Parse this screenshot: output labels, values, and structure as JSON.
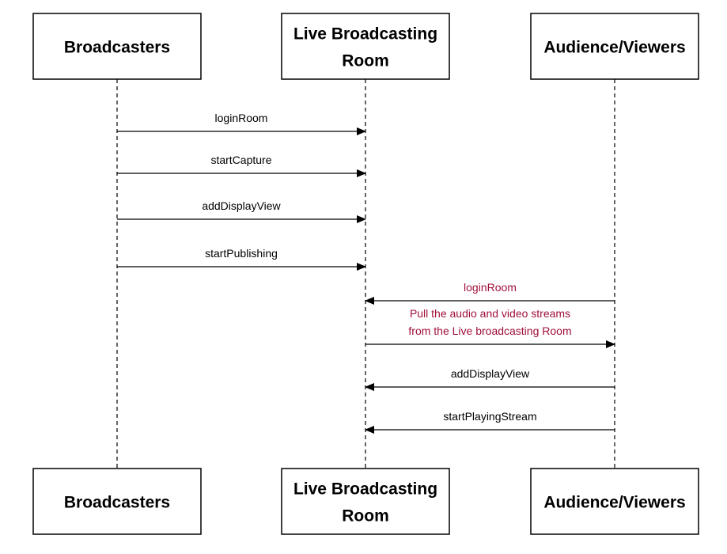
{
  "colors": {
    "line": "#000000",
    "text": "#000000",
    "highlight_text": "#a0103a"
  },
  "participants": [
    {
      "id": "broadcasters",
      "label_lines": [
        "Broadcasters"
      ]
    },
    {
      "id": "room",
      "label_lines": [
        "Live Broadcasting",
        "Room"
      ]
    },
    {
      "id": "audience",
      "label_lines": [
        "Audience/Viewers"
      ]
    }
  ],
  "messages": [
    {
      "from": "broadcasters",
      "to": "room",
      "label_lines": [
        "loginRoom"
      ],
      "highlight": false
    },
    {
      "from": "broadcasters",
      "to": "room",
      "label_lines": [
        "startCapture"
      ],
      "highlight": false
    },
    {
      "from": "broadcasters",
      "to": "room",
      "label_lines": [
        "addDisplayView"
      ],
      "highlight": false
    },
    {
      "from": "broadcasters",
      "to": "room",
      "label_lines": [
        "startPublishing"
      ],
      "highlight": false
    },
    {
      "from": "audience",
      "to": "room",
      "label_lines": [
        "loginRoom"
      ],
      "highlight": true
    },
    {
      "from": "room",
      "to": "audience",
      "label_lines": [
        "Pull the audio and video streams",
        "from the Live broadcasting Room"
      ],
      "highlight": true
    },
    {
      "from": "audience",
      "to": "room",
      "label_lines": [
        "addDisplayView"
      ],
      "highlight": false
    },
    {
      "from": "audience",
      "to": "room",
      "label_lines": [
        "startPlayingStream"
      ],
      "highlight": false
    }
  ]
}
